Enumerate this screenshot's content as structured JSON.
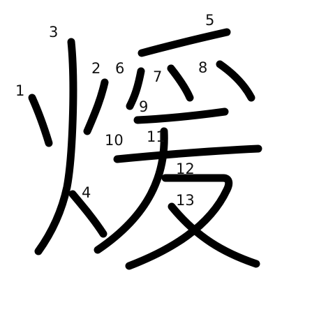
{
  "diagram": {
    "character": "煖",
    "stroke_color": "#000000",
    "label_color": "#111111",
    "background": "#ffffff",
    "strokes": [
      {
        "number": "1"
      },
      {
        "number": "2"
      },
      {
        "number": "3"
      },
      {
        "number": "4"
      },
      {
        "number": "5"
      },
      {
        "number": "6"
      },
      {
        "number": "7"
      },
      {
        "number": "8"
      },
      {
        "number": "9"
      },
      {
        "number": "10"
      },
      {
        "number": "11"
      },
      {
        "number": "12"
      },
      {
        "number": "13"
      }
    ]
  }
}
